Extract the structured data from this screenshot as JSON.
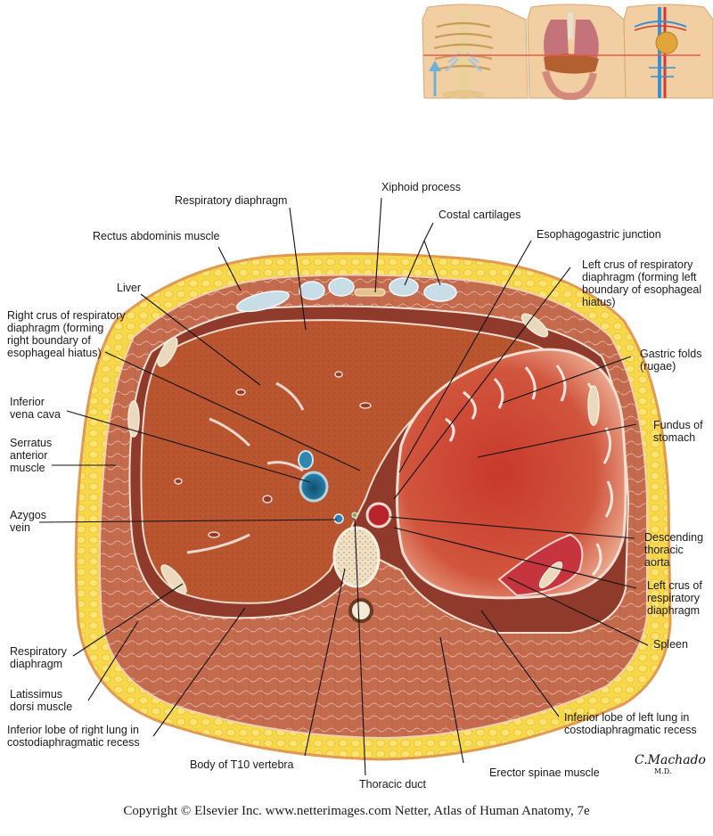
{
  "figure": {
    "inset": {
      "panels": [
        "skeleton-thorax",
        "organs-thorax",
        "vessels-thorax"
      ],
      "colors": {
        "level_line": "#e8584a",
        "arrow": "#6fb0d8",
        "skin": "#f1cfa3"
      }
    },
    "colors": {
      "fat": "#f7d84a",
      "fat_edge": "#e9a94c",
      "muscle": "#c8684c",
      "liver": "#b8532e",
      "stomach": "#c9442f",
      "cartilage": "#c9dde6",
      "vein": "#2f6f9a",
      "aorta": "#c0262a",
      "bone": "#efe0c4"
    },
    "labels": {
      "respiratory_diaphragm_top": "Respiratory diaphragm",
      "xiphoid_process": "Xiphoid process",
      "costal_cartilages": "Costal cartilages",
      "rectus_abdominis": "Rectus abdominis muscle",
      "esophagogastric_junction": "Esophagogastric junction",
      "liver": "Liver",
      "left_crus_hiatus": "Left crus of respiratory\ndiaphragm (forming left\nboundary of esophageal\nhiatus)",
      "right_crus_hiatus": "Right crus of respiratory\ndiaphragm (forming\nright boundary of\nesophageal hiatus)",
      "gastric_folds": "Gastric folds\n(rugae)",
      "inferior_vena_cava": "Inferior\nvena cava",
      "fundus_of_stomach": "Fundus of\nstomach",
      "serratus_anterior": "Serratus\nanterior\nmuscle",
      "azygos_vein": "Azygos\nvein",
      "descending_thoracic_aorta": "Descending\nthoracic\naorta",
      "left_crus": "Left crus of\nrespiratory\ndiaphragm",
      "spleen": "Spleen",
      "respiratory_diaphragm_bottom": "Respiratory\ndiaphragm",
      "latissimus_dorsi": "Latissimus\ndorsi muscle",
      "inferior_lobe_right_lung": "Inferior lobe of right lung in\ncostodiaphragmatic recess",
      "inferior_lobe_left_lung": "Inferior lobe of left lung in\ncostodiaphragmatic recess",
      "body_t10": "Body of T10 vertebra",
      "thoracic_duct": "Thoracic duct",
      "erector_spinae": "Erector spinae muscle"
    },
    "signature": "C.Machado",
    "signature_suffix": "M.D.",
    "copyright": "Copyright © Elsevier Inc.  www.netterimages.com Netter, Atlas of Human Anatomy, 7e"
  }
}
